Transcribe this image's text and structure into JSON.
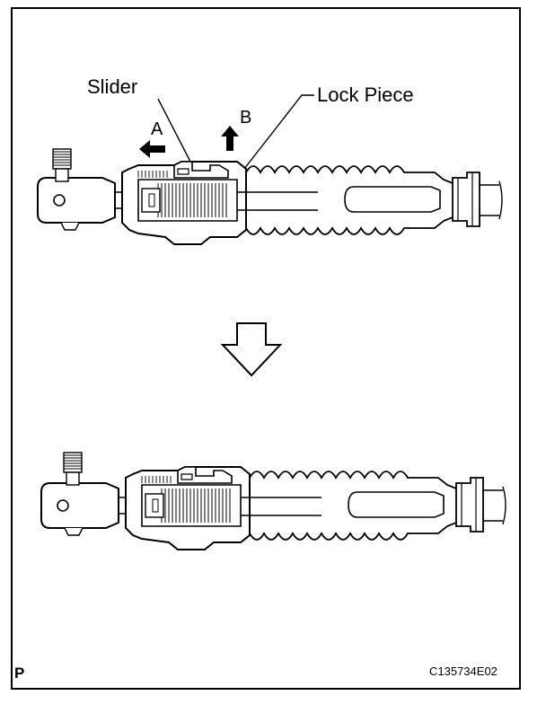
{
  "labels": {
    "slider": "Slider",
    "lock_piece": "Lock Piece",
    "arrow_a": "A",
    "arrow_b": "B",
    "corner_mark": "P",
    "figure_code": "C135734E02"
  },
  "icons": {
    "direction_arrow_left": "arrow-left-icon",
    "direction_arrow_up": "arrow-up-icon",
    "transition_arrow": "hollow-down-arrow-icon"
  }
}
